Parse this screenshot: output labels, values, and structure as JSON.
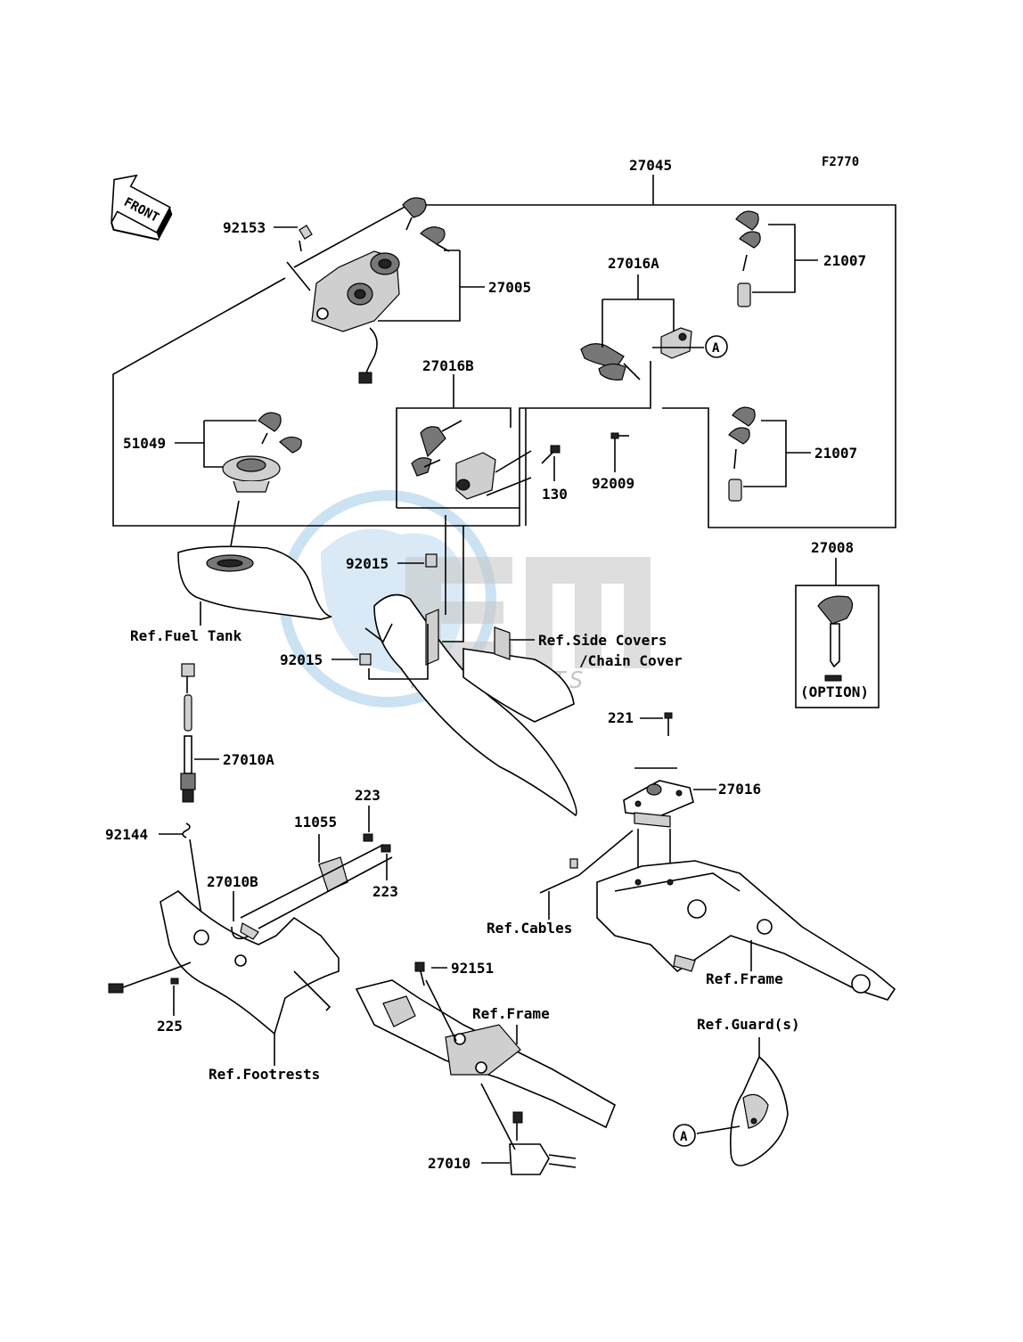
{
  "figure_code": "F2770",
  "front_label": "FRONT",
  "watermark": {
    "brand": "OEM",
    "sub": "MOTORPARTS"
  },
  "callouts": {
    "p27045": "27045",
    "p92153": "92153",
    "p27005": "27005",
    "p27016A": "27016A",
    "p21007a": "21007",
    "p21007b": "21007",
    "p27016B": "27016B",
    "p51049": "51049",
    "p130": "130",
    "p92009": "92009",
    "p27008": "27008",
    "p92015a": "92015",
    "p92015b": "92015",
    "p27010A": "27010A",
    "p92144": "92144",
    "p223a": "223",
    "p223b": "223",
    "p11055": "11055",
    "p27010B": "27010B",
    "p225": "225",
    "p221": "221",
    "p27016": "27016",
    "p92151": "92151",
    "p27010": "27010",
    "circleA1": "A",
    "circleA2": "A"
  },
  "refs": {
    "fuel_tank": "Ref.Fuel Tank",
    "side_covers": "Ref.Side Covers",
    "chain_cover": "/Chain Cover",
    "cables": "Ref.Cables",
    "frame1": "Ref.Frame",
    "frame2": "Ref.Frame",
    "guards": "Ref.Guard(s)",
    "footrests": "Ref.Footrests"
  },
  "option_label": "(OPTION)"
}
